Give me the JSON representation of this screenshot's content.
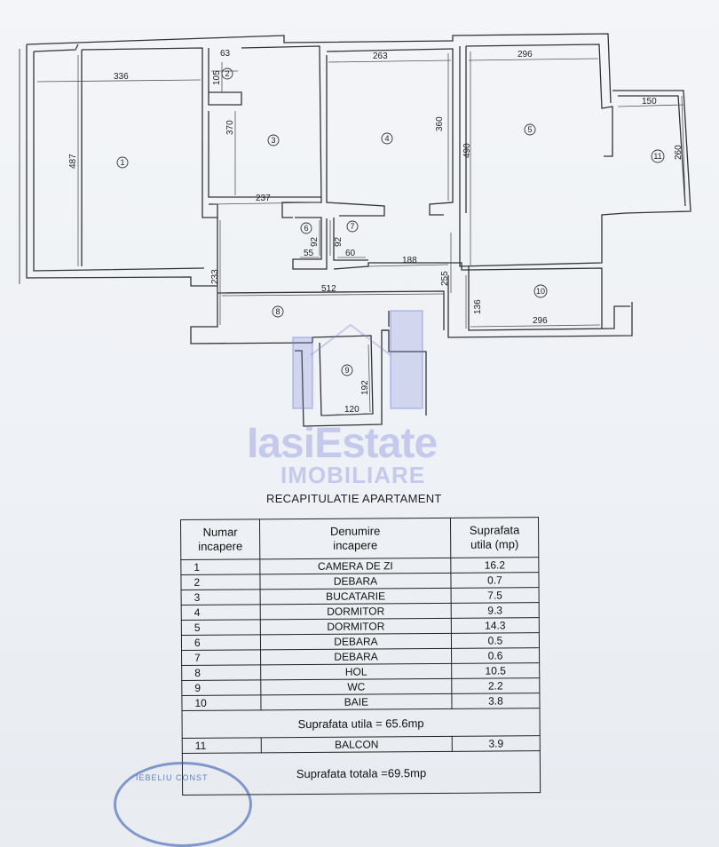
{
  "plan": {
    "dimensions": [
      "336",
      "487",
      "63",
      "105",
      "370",
      "237",
      "263",
      "360",
      "296",
      "490",
      "150",
      "260",
      "92",
      "92",
      "55",
      "60",
      "188",
      "233",
      "512",
      "255",
      "136",
      "296",
      "192",
      "120"
    ],
    "room_numbers": [
      "1",
      "2",
      "3",
      "4",
      "5",
      "6",
      "7",
      "8",
      "9",
      "10",
      "11"
    ]
  },
  "watermark": {
    "line1": "IasiEstate",
    "line2": "IMOBILIARE"
  },
  "summary": {
    "title": "RECAPITULATIE APARTAMENT",
    "headers": [
      "Numar\nincapere",
      "Denumire\nincapere",
      "Suprafata\nutila (mp)"
    ],
    "rows": [
      {
        "nr": "1",
        "name": "CAMERA DE ZI",
        "area": "16.2"
      },
      {
        "nr": "2",
        "name": "DEBARA",
        "area": "0.7"
      },
      {
        "nr": "3",
        "name": "BUCATARIE",
        "area": "7.5"
      },
      {
        "nr": "4",
        "name": "DORMITOR",
        "area": "9.3"
      },
      {
        "nr": "5",
        "name": "DORMITOR",
        "area": "14.3"
      },
      {
        "nr": "6",
        "name": "DEBARA",
        "area": "0.5"
      },
      {
        "nr": "7",
        "name": "DEBARA",
        "area": "0.6"
      },
      {
        "nr": "8",
        "name": "HOL",
        "area": "10.5"
      },
      {
        "nr": "9",
        "name": "WC",
        "area": "2.2"
      },
      {
        "nr": "10",
        "name": "BAIE",
        "area": "3.8"
      }
    ],
    "useful_total": "Suprafata utila = 65.6mp",
    "balcony": {
      "nr": "11",
      "name": "BALCON",
      "area": "3.9"
    },
    "grand_total": "Suprafata totala =69.5mp"
  },
  "stamp_text": "IEBELIU CONST"
}
